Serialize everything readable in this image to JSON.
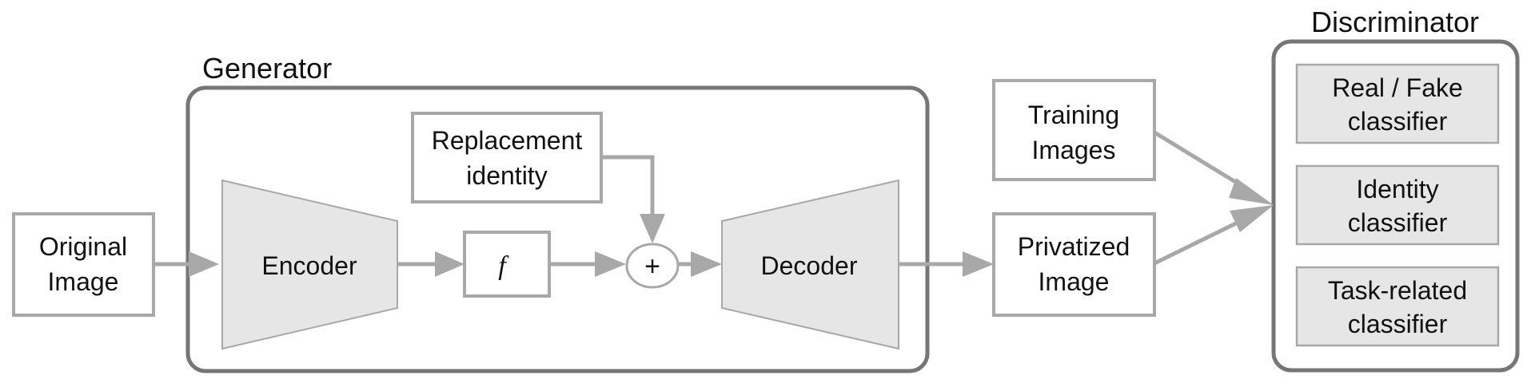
{
  "generator": {
    "title": "Generator",
    "encoder": "Encoder",
    "decoder": "Decoder",
    "f_symbol": "f",
    "replacement": [
      "Replacement",
      "identity"
    ],
    "combine_symbol": "+"
  },
  "original_image": [
    "Original",
    "Image"
  ],
  "training_images": [
    "Training",
    "Images"
  ],
  "privatized_image": [
    "Privatized",
    "Image"
  ],
  "discriminator": {
    "title": "Discriminator",
    "classifiers": [
      [
        "Real / Fake",
        "classifier"
      ],
      [
        "Identity",
        "classifier"
      ],
      [
        "Task-related",
        "classifier"
      ]
    ]
  }
}
